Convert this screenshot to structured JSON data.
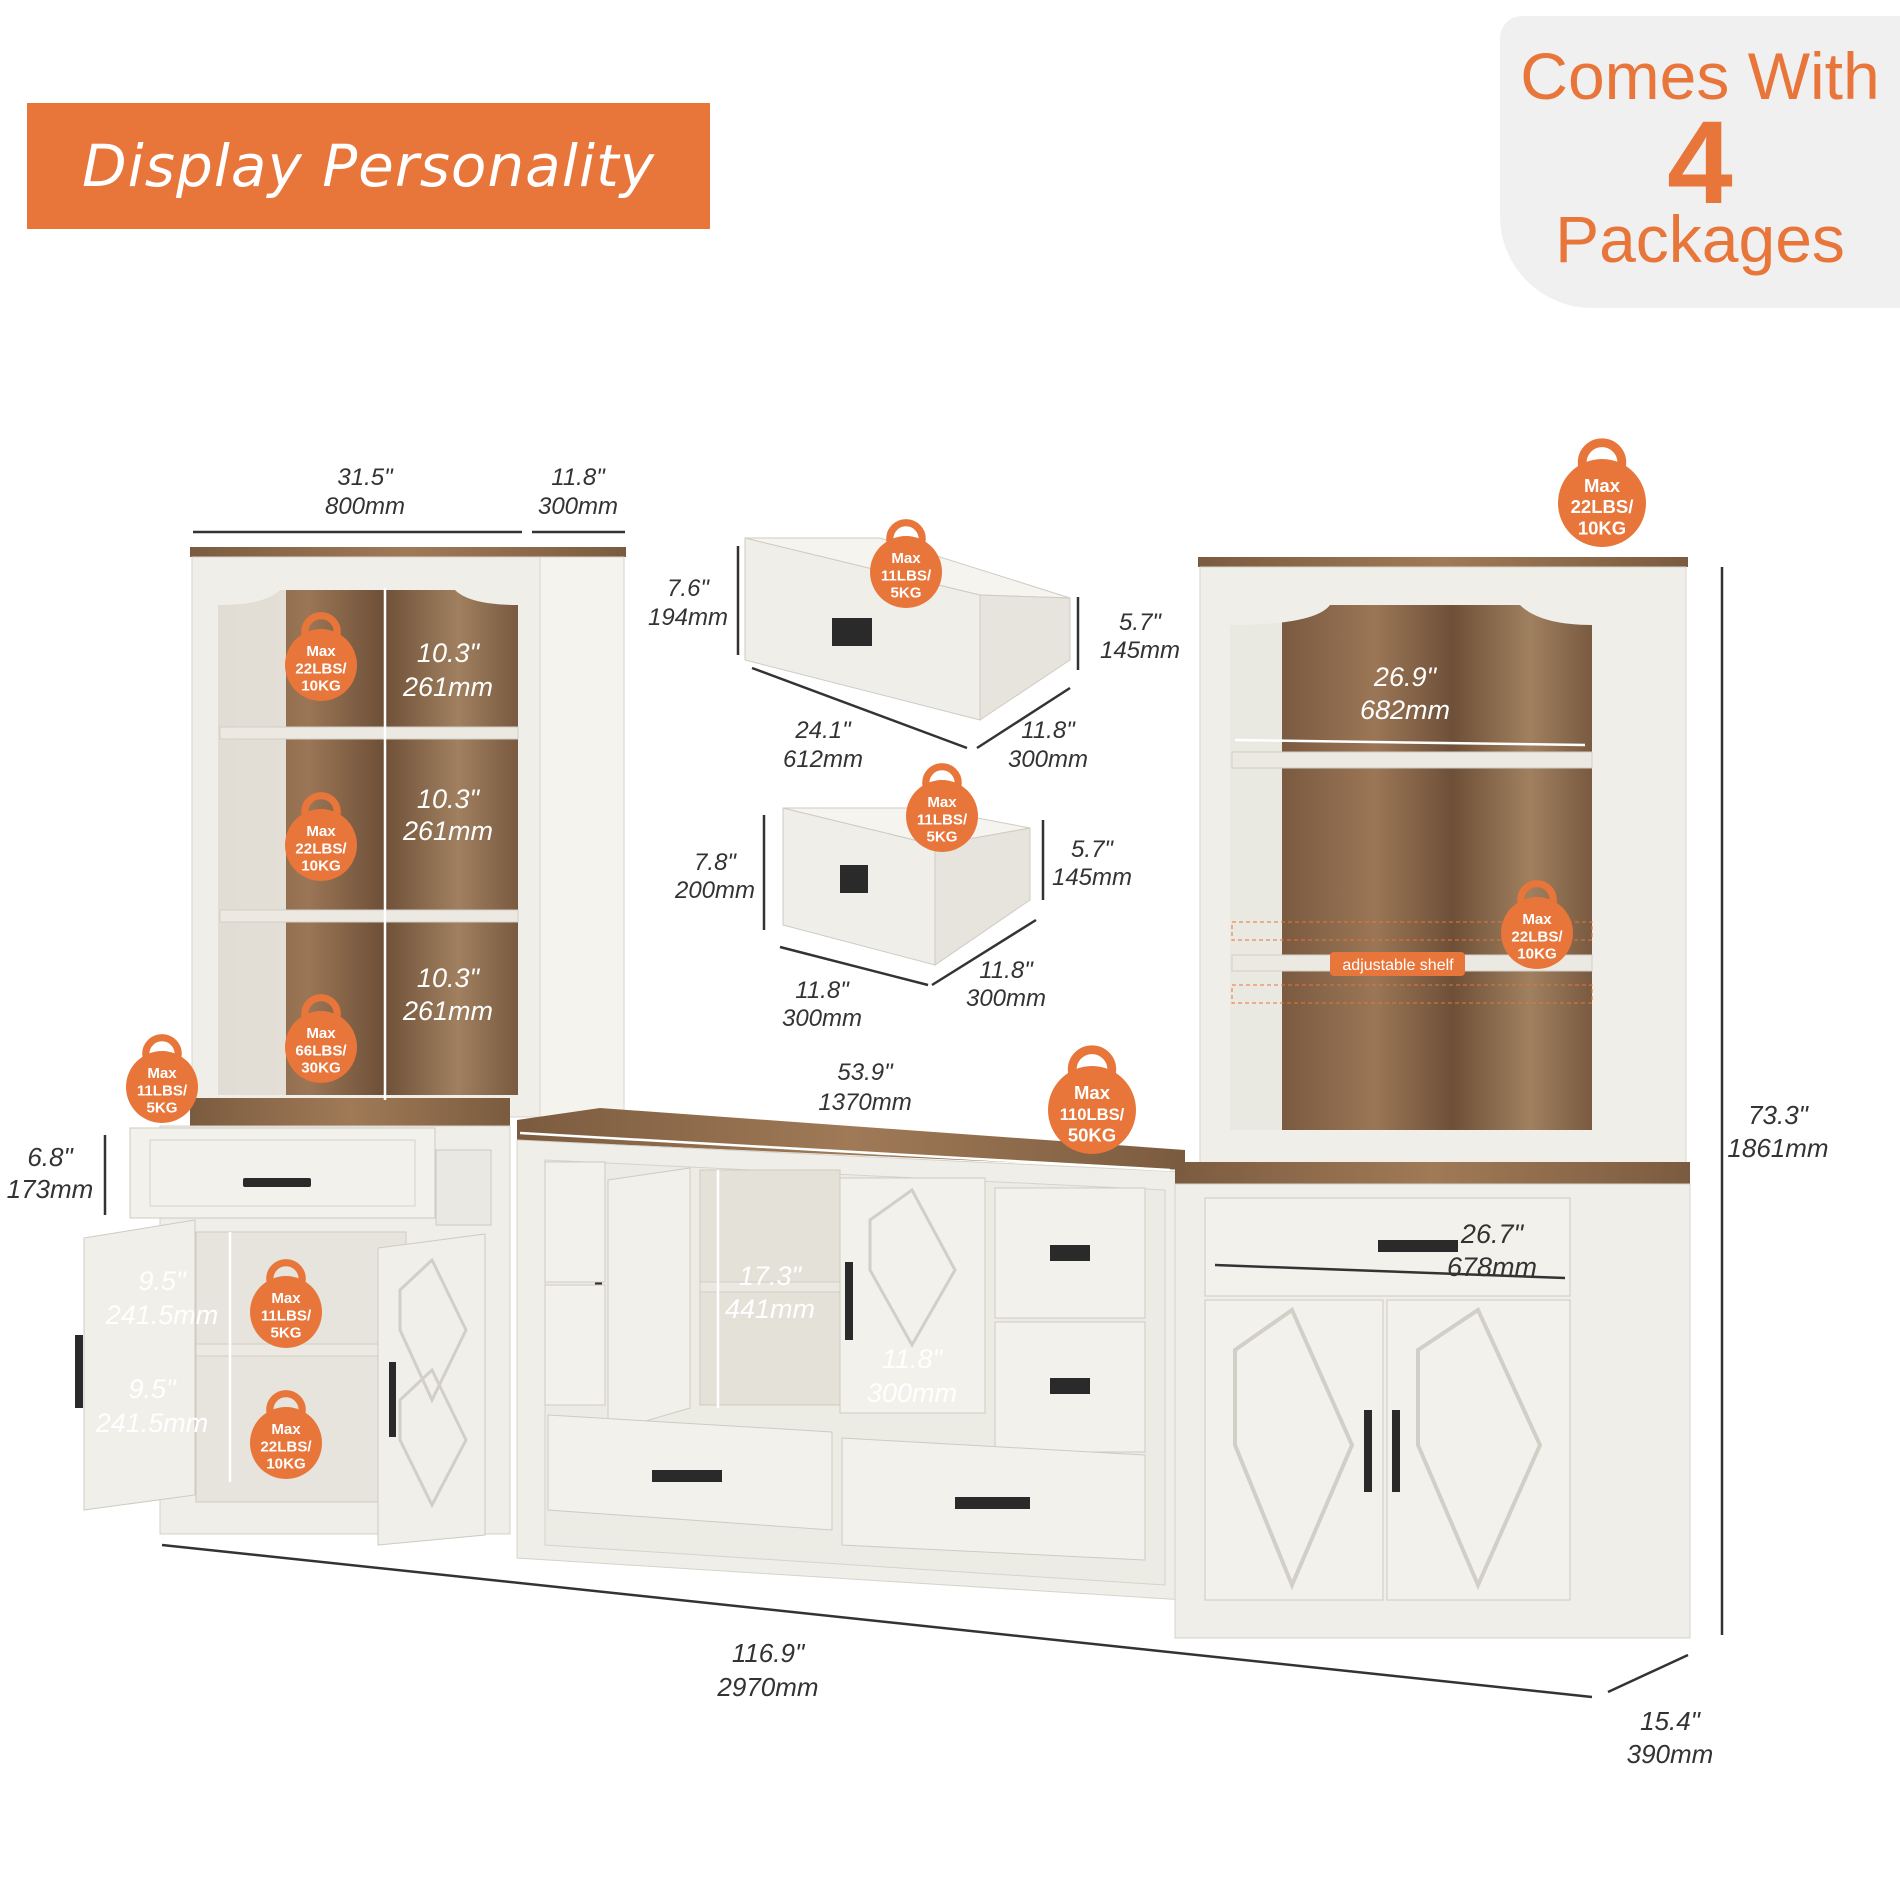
{
  "banner": {
    "title": "Display Personality"
  },
  "packages": {
    "line1": "Comes With",
    "number": "4",
    "line2": "Packages"
  },
  "colors": {
    "accent": "#e8753a",
    "cabinet": "#efeee8",
    "wood": "#8a6a4e",
    "dimension": "#333333"
  },
  "dimensions": {
    "left_width_in": "31.5\"",
    "left_width_mm": "800mm",
    "left_depth_in": "11.8\"",
    "left_depth_mm": "300mm",
    "shelf1_in": "10.3\"",
    "shelf1_mm": "261mm",
    "shelf2_in": "10.3\"",
    "shelf2_mm": "261mm",
    "shelf3_in": "10.3\"",
    "shelf3_mm": "261mm",
    "drawer_h_in": "6.8\"",
    "drawer_h_mm": "173mm",
    "lower1_in": "9.5\"",
    "lower1_mm": "241.5mm",
    "lower2_in": "9.5\"",
    "lower2_mm": "241.5mm",
    "big_drawer_h_in": "7.6\"",
    "big_drawer_h_mm": "194mm",
    "big_drawer_inner_in": "5.7\"",
    "big_drawer_inner_mm": "145mm",
    "big_drawer_w_in": "24.1\"",
    "big_drawer_w_mm": "612mm",
    "big_drawer_d_in": "11.8\"",
    "big_drawer_d_mm": "300mm",
    "small_drawer_h_in": "7.8\"",
    "small_drawer_h_mm": "200mm",
    "small_drawer_inner_in": "5.7\"",
    "small_drawer_inner_mm": "145mm",
    "small_drawer_w_in": "11.8\"",
    "small_drawer_w_mm": "300mm",
    "small_drawer_d_in": "11.8\"",
    "small_drawer_d_mm": "300mm",
    "tv_width_in": "53.9\"",
    "tv_width_mm": "1370mm",
    "tv_shelf_in": "17.3\"",
    "tv_shelf_mm": "441mm",
    "tv_depth_in": "11.8\"",
    "tv_depth_mm": "300mm",
    "right_inner_in": "26.9\"",
    "right_inner_mm": "682mm",
    "right_drawer_in": "26.7\"",
    "right_drawer_mm": "678mm",
    "total_height_in": "73.3\"",
    "total_height_mm": "1861mm",
    "total_width_in": "116.9\"",
    "total_width_mm": "2970mm",
    "total_depth_in": "15.4\"",
    "total_depth_mm": "390mm"
  },
  "adjustable_shelf_label": "adjustable shelf",
  "badges": [
    {
      "l1": "Max",
      "l2": "22LBS/",
      "l3": "10KG"
    },
    {
      "l1": "Max",
      "l2": "22LBS/",
      "l3": "10KG"
    },
    {
      "l1": "Max",
      "l2": "66LBS/",
      "l3": "30KG"
    },
    {
      "l1": "Max",
      "l2": "11LBS/",
      "l3": "5KG"
    },
    {
      "l1": "Max",
      "l2": "11LBS/",
      "l3": "5KG"
    },
    {
      "l1": "Max",
      "l2": "22LBS/",
      "l3": "10KG"
    },
    {
      "l1": "Max",
      "l2": "11LBS/",
      "l3": "5KG"
    },
    {
      "l1": "Max",
      "l2": "11LBS/",
      "l3": "5KG"
    },
    {
      "l1": "Max",
      "l2": "110LBS/",
      "l3": "50KG"
    },
    {
      "l1": "Max",
      "l2": "22LBS/",
      "l3": "10KG"
    },
    {
      "l1": "Max",
      "l2": "22LBS/",
      "l3": "10KG"
    }
  ]
}
